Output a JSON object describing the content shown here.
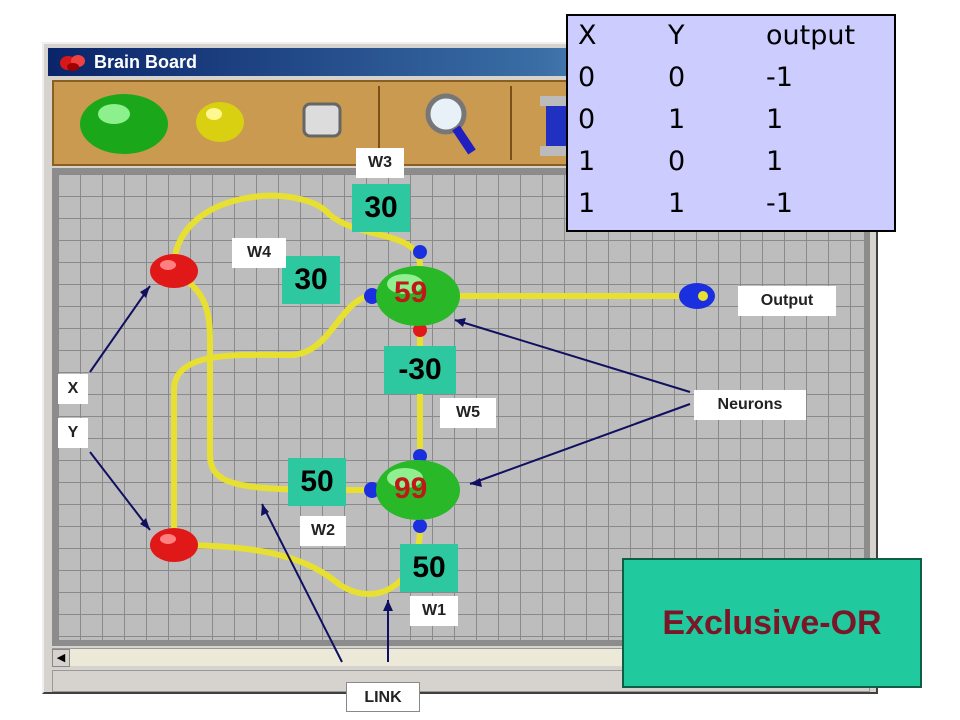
{
  "window": {
    "title": "Brain Board"
  },
  "truth_table": {
    "headers": [
      "X",
      "Y",
      "output"
    ],
    "rows": [
      [
        "0",
        "0",
        "-1"
      ],
      [
        "0",
        "1",
        "1"
      ],
      [
        "1",
        "0",
        "1"
      ],
      [
        "1",
        "1",
        "-1"
      ]
    ]
  },
  "weights": {
    "w1": {
      "label": "W1",
      "value": "50"
    },
    "w2": {
      "label": "W2",
      "value": "50"
    },
    "w3": {
      "label": "W3",
      "value": "30"
    },
    "w4": {
      "label": "W4",
      "value": "30"
    },
    "w5": {
      "label": "W5",
      "value": "-30"
    }
  },
  "neurons": {
    "top_value": "59",
    "bottom_value": "99"
  },
  "labels": {
    "x": "X",
    "y": "Y",
    "output": "Output",
    "neurons": "Neurons",
    "link": "LINK"
  },
  "banner": "Exclusive-OR",
  "colors": {
    "weight_box": "#2ec8a0",
    "banner_bg": "#21c99e",
    "banner_text": "#7a1628",
    "neuron_value": "#c01818",
    "table_bg": "#ccccff",
    "link": "#e8e030"
  }
}
